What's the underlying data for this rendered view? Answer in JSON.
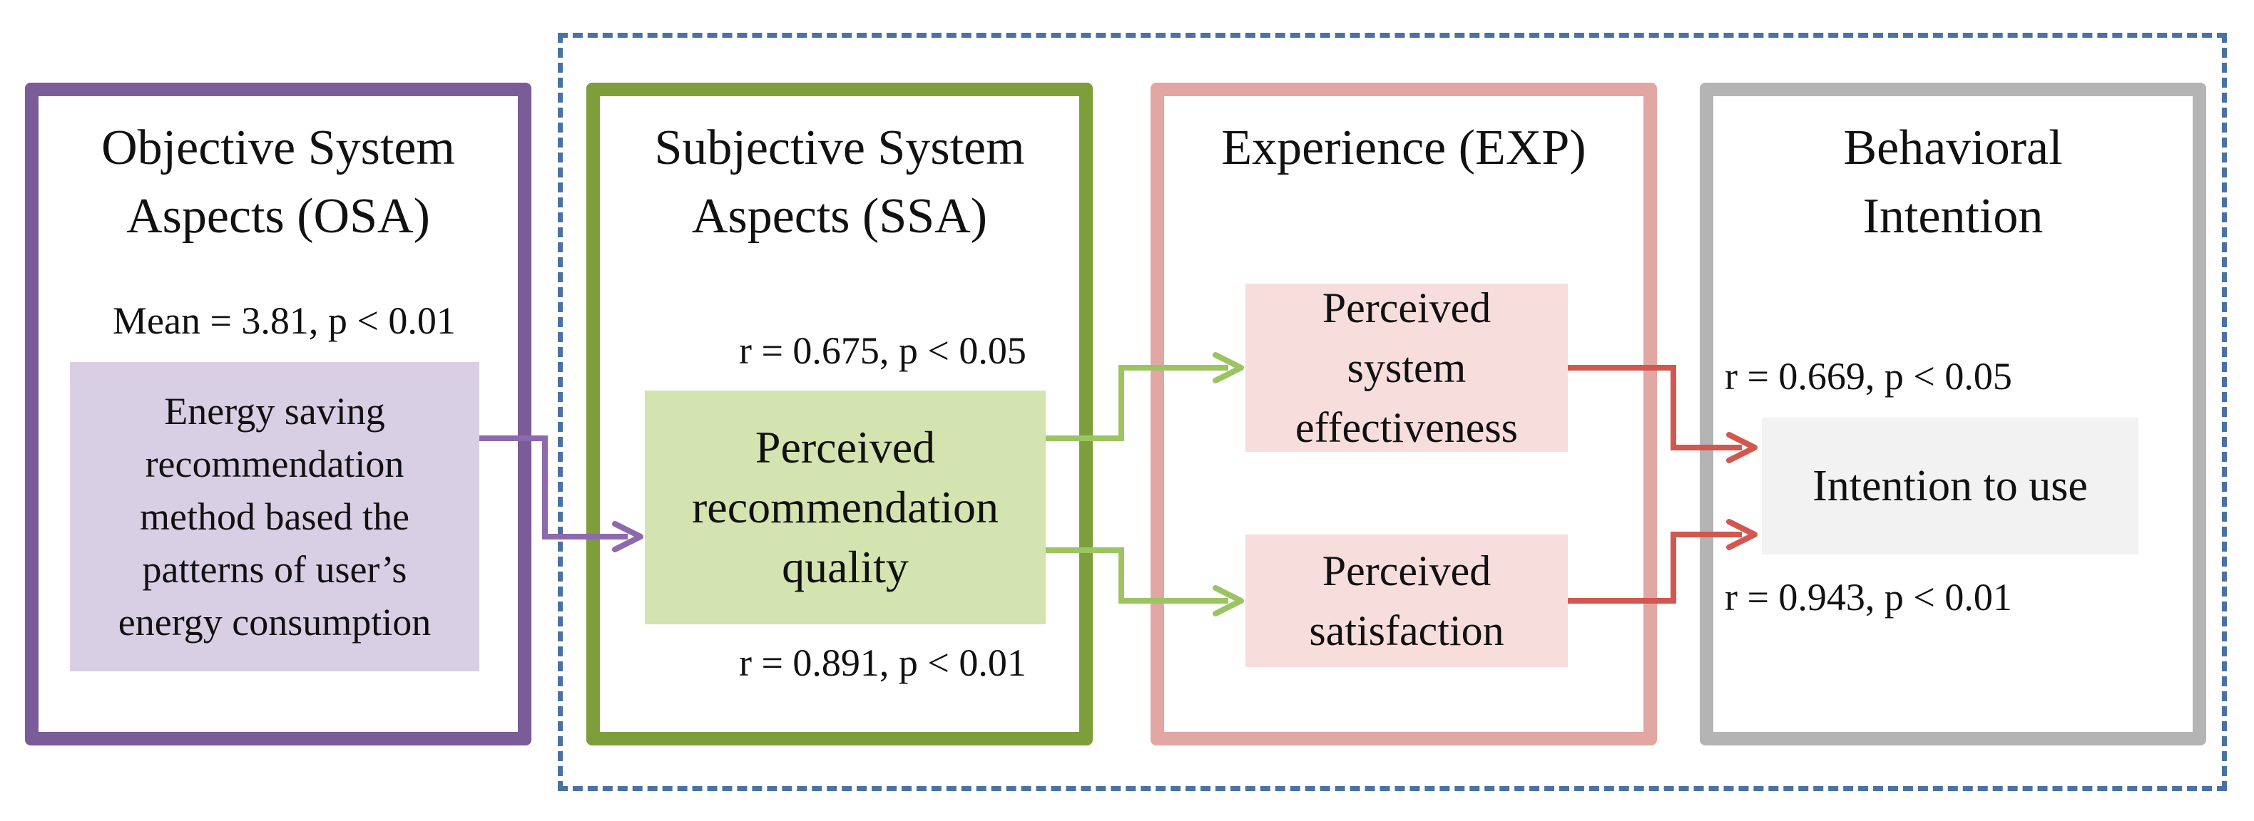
{
  "panels": {
    "osa": {
      "title": "Objective System\nAspects (OSA)",
      "stat": "Mean = 3.81, p < 0.01",
      "box": "Energy saving\nrecommendation\nmethod based the\npatterns of user’s\nenergy consumption"
    },
    "ssa": {
      "title": "Subjective System\nAspects (SSA)",
      "box": "Perceived\nrecommendation\nquality",
      "stat_top": "r = 0.675, p < 0.05",
      "stat_bottom": "r = 0.891, p < 0.01"
    },
    "exp": {
      "title": "Experience (EXP)",
      "box_top": "Perceived\nsystem\neffectiveness",
      "box_bottom": "Perceived\nsatisfaction"
    },
    "bi": {
      "title": "Behavioral\nIntention",
      "box": "Intention to use",
      "stat_top": "r = 0.669, p < 0.05",
      "stat_bottom": "r = 0.943, p < 0.01"
    }
  },
  "colors": {
    "osa_border": "#7a5c98",
    "ssa_border": "#7e9e3b",
    "exp_border": "#e2a6a3",
    "bi_border": "#b4b4b4",
    "frame_dashed": "#4a72a2",
    "arrow_purple": "#8e69ae",
    "arrow_green": "#9cc462",
    "arrow_red": "#d2574f"
  }
}
